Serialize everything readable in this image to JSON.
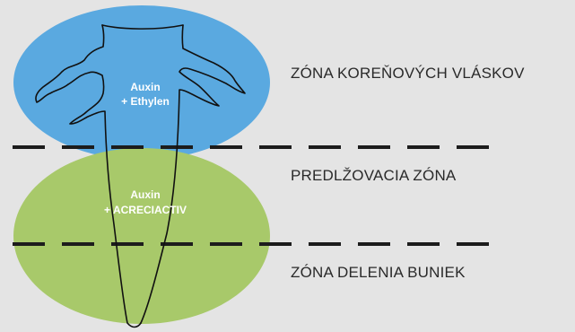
{
  "colors": {
    "background": "#e4e4e4",
    "upper_ellipse": "#5aa9e0",
    "lower_ellipse": "#a8c96a",
    "divider": "#1c1c1c",
    "root_outline": "#111111",
    "hormone_text": "#ffffff",
    "zone_text": "#2a2a2a"
  },
  "zones": {
    "root_hair": "ZÓNA KOREŇOVÝCH VLÁSKOV",
    "elongation": "PREDLŽOVACIA ZÓNA",
    "cell_division": "ZÓNA DELENIA BUNIEK"
  },
  "hormones": {
    "upper": {
      "line1": "Auxin",
      "line2": "+ Ethylen"
    },
    "lower": {
      "line1": "Auxin",
      "line2": "+ ACRECIACTIV"
    }
  }
}
